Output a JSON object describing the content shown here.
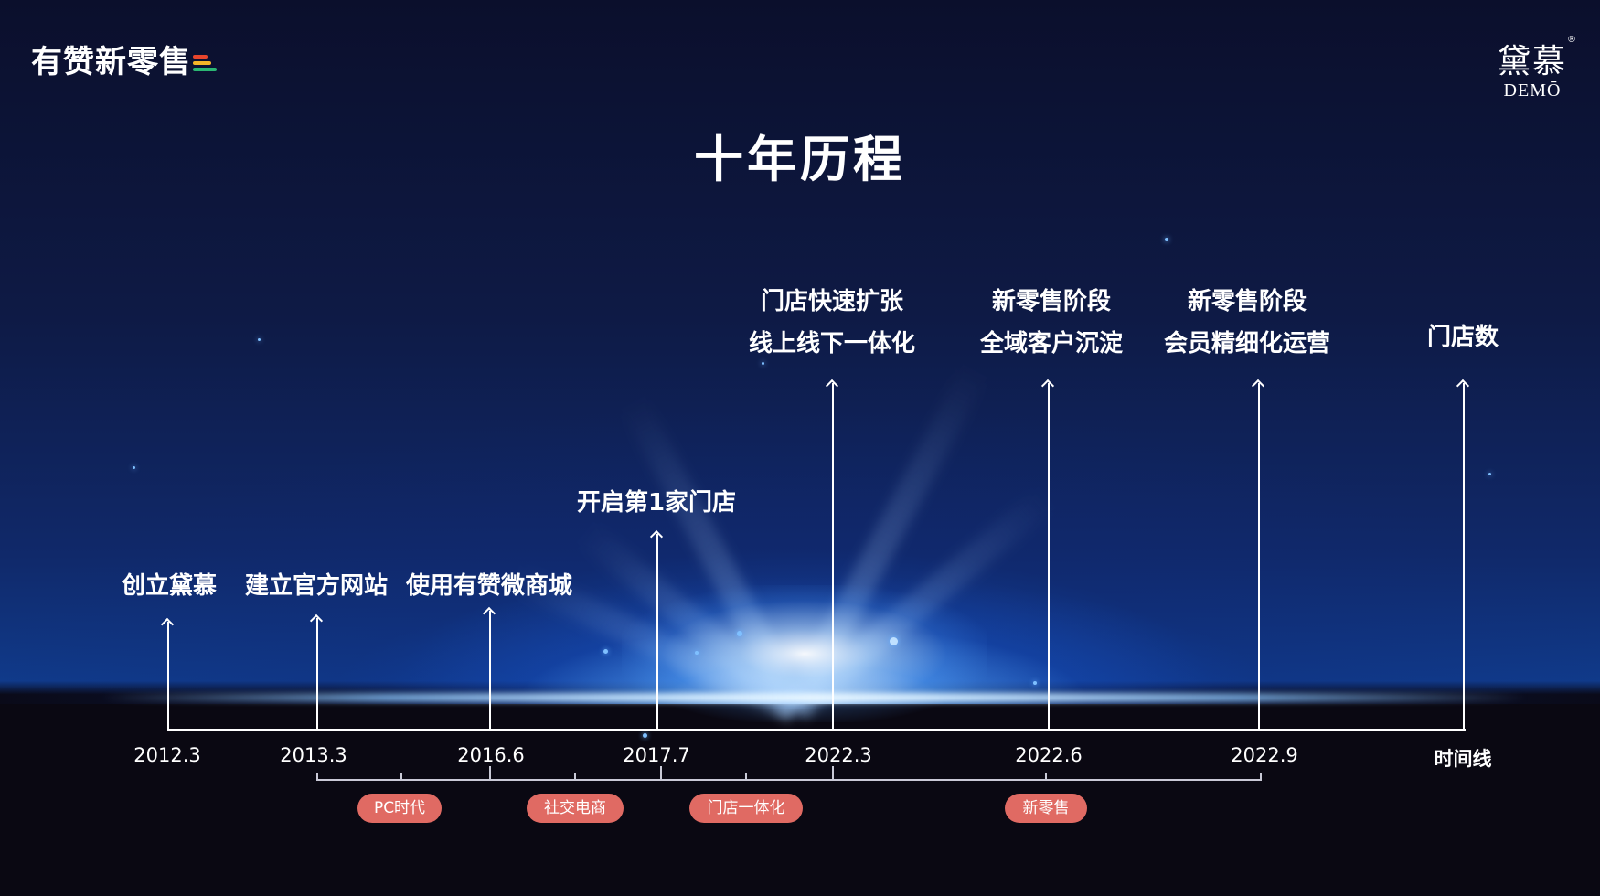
{
  "header": {
    "brand_left": "有赞新零售",
    "brand_right_cn": "黛慕",
    "brand_right_en": "DEMŌ",
    "brand_right_mark": "®"
  },
  "title": "十年历程",
  "timeline": {
    "axis_label": "时间线",
    "events": [
      {
        "date": "2012.3",
        "label_lines": [
          "创立黛慕"
        ]
      },
      {
        "date": "2013.3",
        "label_lines": [
          "建立官方网站"
        ]
      },
      {
        "date": "2016.6",
        "label_lines": [
          "使用有赞微商城"
        ]
      },
      {
        "date": "2017.7",
        "label_lines": [
          "开启第1家门店"
        ]
      },
      {
        "date": "2022.3",
        "label_lines": [
          "门店快速扩张",
          "线上线下一体化"
        ]
      },
      {
        "date": "2022.6",
        "label_lines": [
          "新零售阶段",
          "全域客户沉淀"
        ]
      },
      {
        "date": "2022.9",
        "label_lines": [
          "新零售阶段",
          "会员精细化运营"
        ]
      },
      {
        "date": "",
        "label_lines": [
          "门店数"
        ]
      }
    ],
    "phases": [
      "PC时代",
      "社交电商",
      "门店一体化",
      "新零售"
    ]
  },
  "colors": {
    "phase_pill": "#e06a63",
    "logo_bar_1": "#e8452c",
    "logo_bar_2": "#f5b428",
    "logo_bar_3": "#2bb673"
  }
}
